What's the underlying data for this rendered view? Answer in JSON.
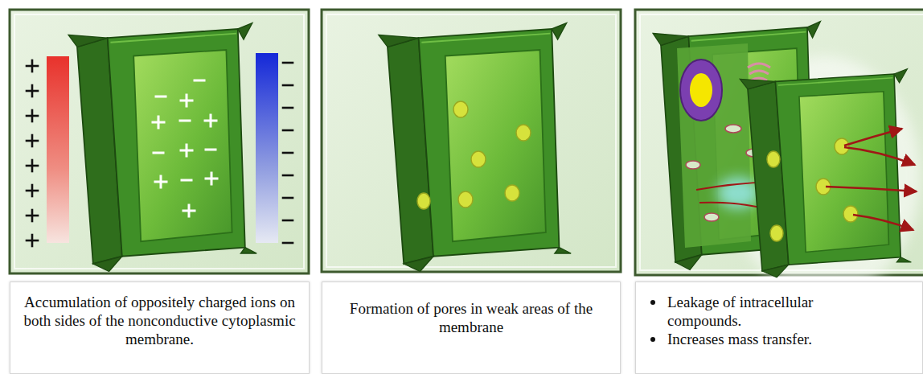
{
  "diagram": {
    "nodes": [
      {
        "text": [
          "Accumulation of oppositely charged ions on both sides of the nonconductive cytoplasmic membrane."
        ]
      },
      {
        "text": [
          "Formation of pores in weak areas of the membrane"
        ]
      },
      {
        "text": [
          "Leakage of intracellular compounds.",
          "Increases mass transfer."
        ]
      }
    ]
  }
}
